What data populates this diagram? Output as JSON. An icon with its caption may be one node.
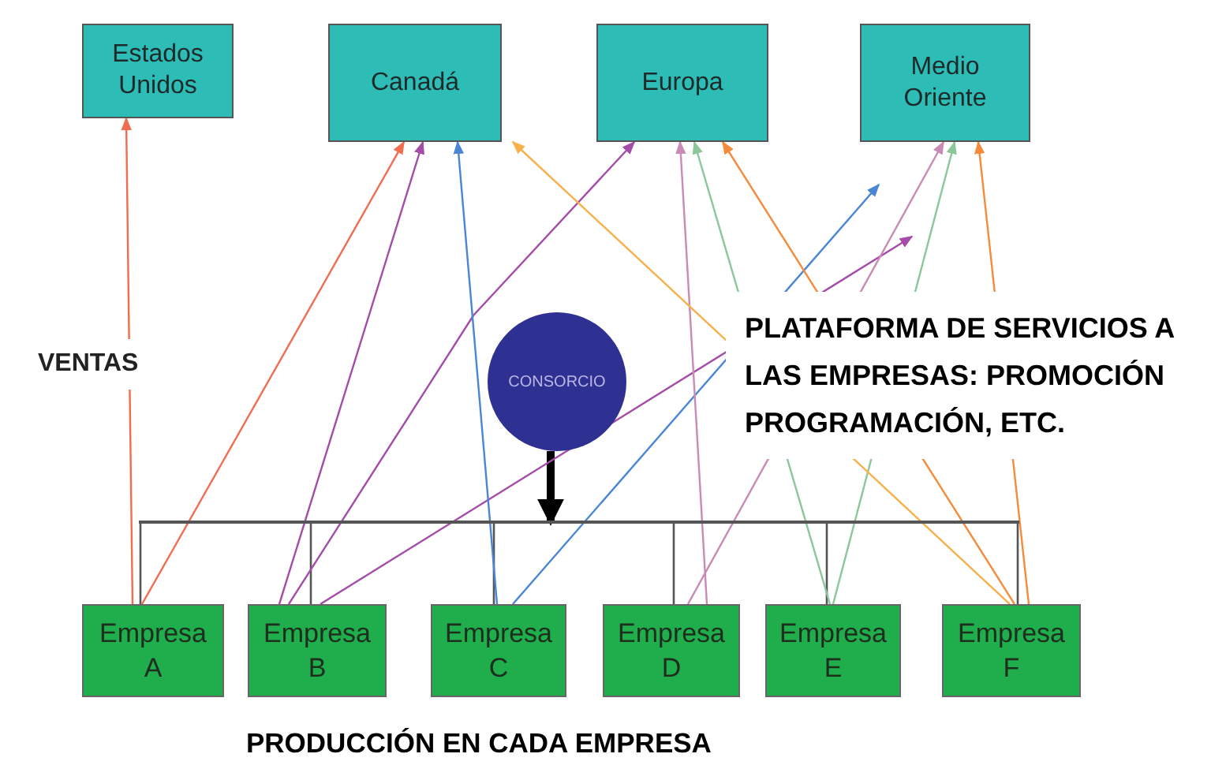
{
  "diagram": {
    "nodes": [
      {
        "text": [
          "Estados Unidos"
        ]
      },
      {
        "text": [
          "Canadá"
        ]
      },
      {
        "text": [
          "Europa"
        ]
      },
      {
        "text": [
          "Medio Oriente"
        ]
      },
      {
        "text": [
          "CONSORCIO"
        ]
      },
      {
        "text": [
          "Empresa A"
        ]
      },
      {
        "text": [
          "Empresa B"
        ]
      },
      {
        "text": [
          "Empresa C"
        ]
      },
      {
        "text": [
          "Empresa D"
        ]
      },
      {
        "text": [
          "Empresa E"
        ]
      },
      {
        "text": [
          "Empresa F"
        ]
      },
      {
        "text": [],
        "shape": "bar"
      }
    ],
    "edges": [
      {
        "from": 4,
        "to": 11,
        "arrow": "to",
        "style": "thick",
        "color": "#000000"
      },
      {
        "from": 11,
        "to": 5,
        "arrow": "none"
      },
      {
        "from": 11,
        "to": 6,
        "arrow": "none"
      },
      {
        "from": 11,
        "to": 7,
        "arrow": "none"
      },
      {
        "from": 11,
        "to": 8,
        "arrow": "none"
      },
      {
        "from": 11,
        "to": 9,
        "arrow": "none"
      },
      {
        "from": 11,
        "to": 10,
        "arrow": "none"
      },
      {
        "from": 5,
        "to": 0,
        "arrow": "to",
        "color": "#f26c4f"
      },
      {
        "from": 5,
        "to": 1,
        "arrow": "to",
        "color": "#f26c4f"
      },
      {
        "from": 6,
        "to": 1,
        "arrow": "to",
        "color": "#a54ca8"
      },
      {
        "from": 6,
        "to": 2,
        "arrow": "to",
        "color": "#a54ca8"
      },
      {
        "from": 6,
        "to": null,
        "arrow": "to",
        "color": "#a54ca8"
      },
      {
        "from": 7,
        "to": 1,
        "arrow": "to",
        "color": "#4a86d4"
      },
      {
        "from": 7,
        "to": null,
        "arrow": "to",
        "color": "#4a86d4"
      },
      {
        "from": 8,
        "to": 2,
        "arrow": "to",
        "color": "#c98bb5"
      },
      {
        "from": 8,
        "to": 3,
        "arrow": "to",
        "color": "#c98bb5"
      },
      {
        "from": 9,
        "to": 2,
        "arrow": "to",
        "color": "#8cc79a"
      },
      {
        "from": 9,
        "to": 3,
        "arrow": "to",
        "color": "#8cc79a"
      },
      {
        "from": 10,
        "to": 1,
        "arrow": "to",
        "color": "#f7b04a"
      },
      {
        "from": 10,
        "to": 2,
        "arrow": "to",
        "color": "#f58a3a"
      },
      {
        "from": 10,
        "to": 3,
        "arrow": "to",
        "color": "#f58a3a"
      }
    ],
    "labels": [
      "VENTAS",
      "PLATAFORMA DE SERVICIOS A LAS EMPRESAS: PROMOCIÓN PROGRAMACIÓN, ETC.",
      "PRODUCCIÓN EN CADA EMPRESA"
    ]
  }
}
